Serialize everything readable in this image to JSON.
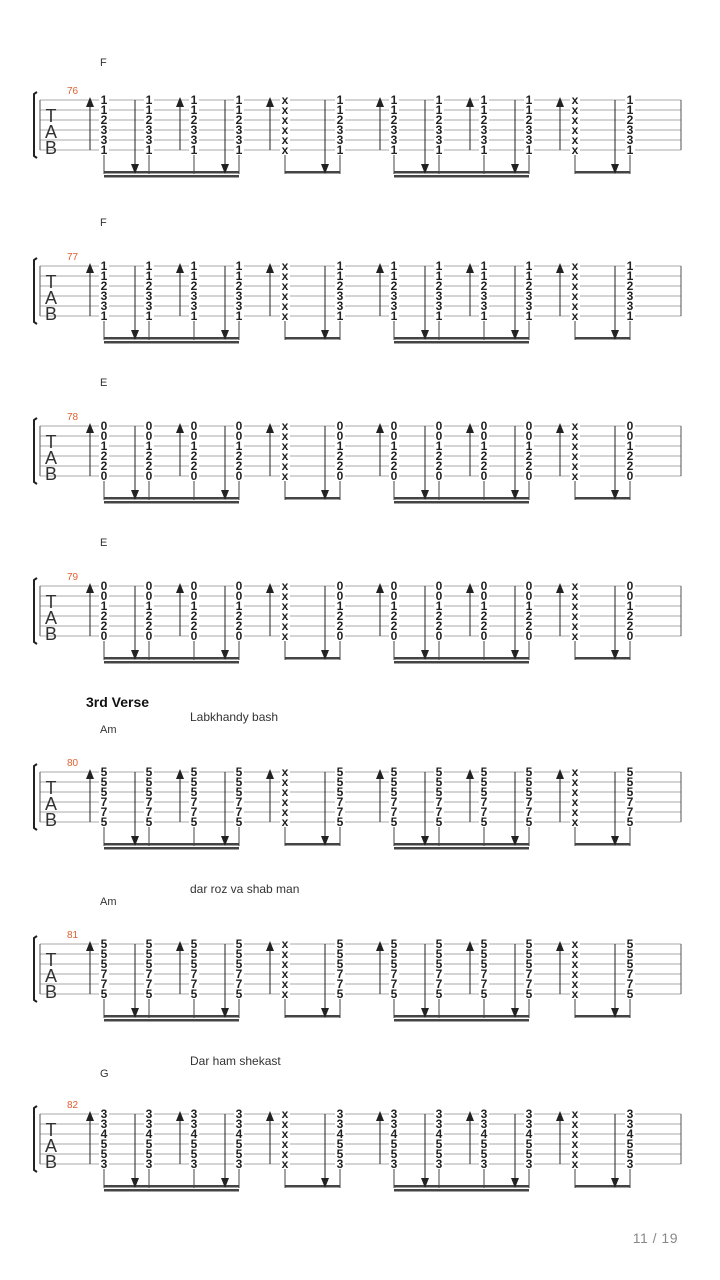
{
  "page": {
    "number": "11",
    "sep": " / ",
    "total": "19"
  },
  "string_letters": [
    "T",
    "A",
    "B"
  ],
  "accent_color": "#e06030",
  "systems": [
    {
      "measure": "76",
      "chord": "F",
      "section": "",
      "lyric": "",
      "slots": [
        [
          "1",
          "1",
          "2",
          "3",
          "3",
          "1"
        ],
        [
          "1",
          "1",
          "2",
          "3",
          "3",
          "1"
        ],
        [
          "1",
          "1",
          "2",
          "3",
          "3",
          "1"
        ],
        [
          "1",
          "1",
          "2",
          "3",
          "3",
          "1"
        ],
        [
          "x",
          "x",
          "x",
          "x",
          "x",
          "x"
        ],
        [
          "1",
          "1",
          "2",
          "3",
          "3",
          "1"
        ],
        [
          "1",
          "1",
          "2",
          "3",
          "3",
          "1"
        ],
        [
          "1",
          "1",
          "2",
          "3",
          "3",
          "1"
        ],
        [
          "1",
          "1",
          "2",
          "3",
          "3",
          "1"
        ],
        [
          "1",
          "1",
          "2",
          "3",
          "3",
          "1"
        ],
        [
          "x",
          "x",
          "x",
          "x",
          "x",
          "x"
        ],
        [
          "1",
          "1",
          "2",
          "3",
          "3",
          "1"
        ]
      ]
    },
    {
      "measure": "77",
      "chord": "F",
      "section": "",
      "lyric": "",
      "slots": [
        [
          "1",
          "1",
          "2",
          "3",
          "3",
          "1"
        ],
        [
          "1",
          "1",
          "2",
          "3",
          "3",
          "1"
        ],
        [
          "1",
          "1",
          "2",
          "3",
          "3",
          "1"
        ],
        [
          "1",
          "1",
          "2",
          "3",
          "3",
          "1"
        ],
        [
          "x",
          "x",
          "x",
          "x",
          "x",
          "x"
        ],
        [
          "1",
          "1",
          "2",
          "3",
          "3",
          "1"
        ],
        [
          "1",
          "1",
          "2",
          "3",
          "3",
          "1"
        ],
        [
          "1",
          "1",
          "2",
          "3",
          "3",
          "1"
        ],
        [
          "1",
          "1",
          "2",
          "3",
          "3",
          "1"
        ],
        [
          "1",
          "1",
          "2",
          "3",
          "3",
          "1"
        ],
        [
          "x",
          "x",
          "x",
          "x",
          "x",
          "x"
        ],
        [
          "1",
          "1",
          "2",
          "3",
          "3",
          "1"
        ]
      ]
    },
    {
      "measure": "78",
      "chord": "E",
      "section": "",
      "lyric": "",
      "slots": [
        [
          "0",
          "0",
          "1",
          "2",
          "2",
          "0"
        ],
        [
          "0",
          "0",
          "1",
          "2",
          "2",
          "0"
        ],
        [
          "0",
          "0",
          "1",
          "2",
          "2",
          "0"
        ],
        [
          "0",
          "0",
          "1",
          "2",
          "2",
          "0"
        ],
        [
          "x",
          "x",
          "x",
          "x",
          "x",
          "x"
        ],
        [
          "0",
          "0",
          "1",
          "2",
          "2",
          "0"
        ],
        [
          "0",
          "0",
          "1",
          "2",
          "2",
          "0"
        ],
        [
          "0",
          "0",
          "1",
          "2",
          "2",
          "0"
        ],
        [
          "0",
          "0",
          "1",
          "2",
          "2",
          "0"
        ],
        [
          "0",
          "0",
          "1",
          "2",
          "2",
          "0"
        ],
        [
          "x",
          "x",
          "x",
          "x",
          "x",
          "x"
        ],
        [
          "0",
          "0",
          "1",
          "2",
          "2",
          "0"
        ]
      ]
    },
    {
      "measure": "79",
      "chord": "E",
      "section": "",
      "lyric": "",
      "slots": [
        [
          "0",
          "0",
          "1",
          "2",
          "2",
          "0"
        ],
        [
          "0",
          "0",
          "1",
          "2",
          "2",
          "0"
        ],
        [
          "0",
          "0",
          "1",
          "2",
          "2",
          "0"
        ],
        [
          "0",
          "0",
          "1",
          "2",
          "2",
          "0"
        ],
        [
          "x",
          "x",
          "x",
          "x",
          "x",
          "x"
        ],
        [
          "0",
          "0",
          "1",
          "2",
          "2",
          "0"
        ],
        [
          "0",
          "0",
          "1",
          "2",
          "2",
          "0"
        ],
        [
          "0",
          "0",
          "1",
          "2",
          "2",
          "0"
        ],
        [
          "0",
          "0",
          "1",
          "2",
          "2",
          "0"
        ],
        [
          "0",
          "0",
          "1",
          "2",
          "2",
          "0"
        ],
        [
          "x",
          "x",
          "x",
          "x",
          "x",
          "x"
        ],
        [
          "0",
          "0",
          "1",
          "2",
          "2",
          "0"
        ]
      ]
    },
    {
      "measure": "80",
      "chord": "Am",
      "section": "3rd Verse",
      "lyric": "Labkhandy bash",
      "slots": [
        [
          "5",
          "5",
          "5",
          "7",
          "7",
          "5"
        ],
        [
          "5",
          "5",
          "5",
          "7",
          "7",
          "5"
        ],
        [
          "5",
          "5",
          "5",
          "7",
          "7",
          "5"
        ],
        [
          "5",
          "5",
          "5",
          "7",
          "7",
          "5"
        ],
        [
          "x",
          "x",
          "x",
          "x",
          "x",
          "x"
        ],
        [
          "5",
          "5",
          "5",
          "7",
          "7",
          "5"
        ],
        [
          "5",
          "5",
          "5",
          "7",
          "7",
          "5"
        ],
        [
          "5",
          "5",
          "5",
          "7",
          "7",
          "5"
        ],
        [
          "5",
          "5",
          "5",
          "7",
          "7",
          "5"
        ],
        [
          "5",
          "5",
          "5",
          "7",
          "7",
          "5"
        ],
        [
          "x",
          "x",
          "x",
          "x",
          "x",
          "x"
        ],
        [
          "5",
          "5",
          "5",
          "7",
          "7",
          "5"
        ]
      ]
    },
    {
      "measure": "81",
      "chord": "Am",
      "section": "",
      "lyric": "dar roz va shab man",
      "slots": [
        [
          "5",
          "5",
          "5",
          "7",
          "7",
          "5"
        ],
        [
          "5",
          "5",
          "5",
          "7",
          "7",
          "5"
        ],
        [
          "5",
          "5",
          "5",
          "7",
          "7",
          "5"
        ],
        [
          "5",
          "5",
          "5",
          "7",
          "7",
          "5"
        ],
        [
          "x",
          "x",
          "x",
          "x",
          "x",
          "x"
        ],
        [
          "5",
          "5",
          "5",
          "7",
          "7",
          "5"
        ],
        [
          "5",
          "5",
          "5",
          "7",
          "7",
          "5"
        ],
        [
          "5",
          "5",
          "5",
          "7",
          "7",
          "5"
        ],
        [
          "5",
          "5",
          "5",
          "7",
          "7",
          "5"
        ],
        [
          "5",
          "5",
          "5",
          "7",
          "7",
          "5"
        ],
        [
          "x",
          "x",
          "x",
          "x",
          "x",
          "x"
        ],
        [
          "5",
          "5",
          "5",
          "7",
          "7",
          "5"
        ]
      ]
    },
    {
      "measure": "82",
      "chord": "G",
      "section": "",
      "lyric": "Dar ham shekast",
      "slots": [
        [
          "3",
          "3",
          "4",
          "5",
          "5",
          "3"
        ],
        [
          "3",
          "3",
          "4",
          "5",
          "5",
          "3"
        ],
        [
          "3",
          "3",
          "4",
          "5",
          "5",
          "3"
        ],
        [
          "3",
          "3",
          "4",
          "5",
          "5",
          "3"
        ],
        [
          "x",
          "x",
          "x",
          "x",
          "x",
          "x"
        ],
        [
          "3",
          "3",
          "4",
          "5",
          "5",
          "3"
        ],
        [
          "3",
          "3",
          "4",
          "5",
          "5",
          "3"
        ],
        [
          "3",
          "3",
          "4",
          "5",
          "5",
          "3"
        ],
        [
          "3",
          "3",
          "4",
          "5",
          "5",
          "3"
        ],
        [
          "3",
          "3",
          "4",
          "5",
          "5",
          "3"
        ],
        [
          "x",
          "x",
          "x",
          "x",
          "x",
          "x"
        ],
        [
          "3",
          "3",
          "4",
          "5",
          "5",
          "3"
        ]
      ]
    }
  ],
  "strum_pattern": [
    "up",
    "down",
    "up",
    "down",
    "up",
    "down",
    "up",
    "down",
    "up",
    "down",
    "up",
    "down"
  ]
}
